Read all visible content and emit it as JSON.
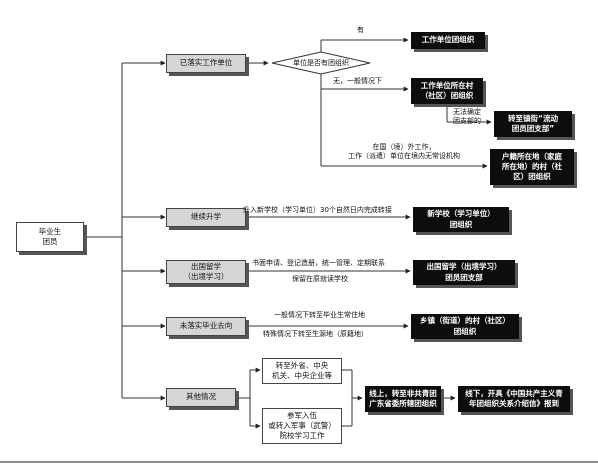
{
  "root": "毕业生\n团员",
  "branches": {
    "b1": "已落实工作单位",
    "b2": "继续升学",
    "b3": "出国留学\n（出境学习）",
    "b4": "未落实毕业去向",
    "b5": "其他情况"
  },
  "decision": "单位是否有团组织",
  "outcomes": {
    "o1": "工作单位团组织",
    "o2": "工作单位所在村\n（社区）团组织",
    "o3": "转至镇街“流动\n团员团支部”",
    "o4": "户籍所在地（家庭\n所在地）的村（社\n区）团组织",
    "o5": "新学校（学习单位）\n团组织",
    "o6": "出国留学（出境学习）\n团员团支部",
    "o7": "乡镇（街道）的村（社区）\n团组织",
    "o8": "线上，转至非共青团\n广东省委所辖团组织",
    "o9": "线下，开具《中国共产主义青\n年团组织关系介绍信》报到"
  },
  "other_boxes": {
    "a": "转至外省、中央\n机关、中央企业等",
    "b": "参军入伍\n或转入军事（武警）\n院校学习工作"
  },
  "labels": {
    "yes": "有",
    "no": "无，一般情况下",
    "cannot": "无法确定\n团支部的",
    "abroad": "在国（境）外工作，\n工作（派遣）单位在境内无常设机构",
    "b2_label": "升入新学校（学习单位）30个自然日内完成转接",
    "b3_label1": "书面申请、登记造册，统一管理、定期联系",
    "b3_label2": "保留在原就读学校",
    "b4_label1": "一般情况下转至毕业生常住地",
    "b4_label2": "特殊情况下转至生源地（原籍地）"
  }
}
